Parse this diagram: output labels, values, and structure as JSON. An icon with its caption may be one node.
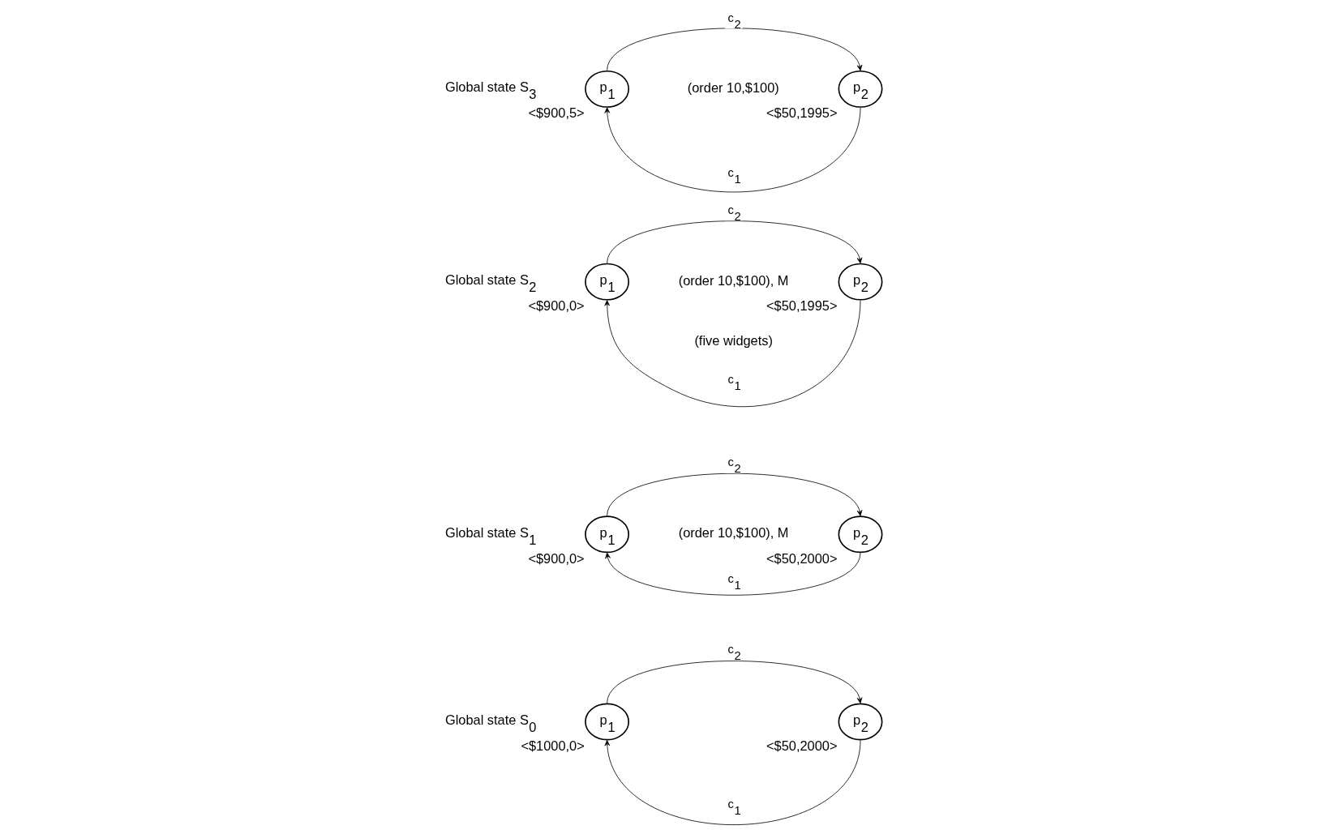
{
  "diagram": {
    "nodes": [
      {
        "text": [
          "p$_{1}$"
        ],
        "beside": [
          "<$1000,0>"
        ]
      },
      {
        "text": [
          "p$_{2}$"
        ],
        "beside": [
          "<$50,2000>"
        ]
      },
      {
        "text": [
          "p$_{1}$"
        ],
        "beside": [
          "<$900,0>"
        ]
      },
      {
        "text": [
          "p$_{2}$"
        ],
        "beside": [
          "<$50,2000>"
        ]
      },
      {
        "text": [
          "p$_{1}$"
        ],
        "beside": [
          "<$900,0>"
        ]
      },
      {
        "text": [
          "p$_{2}$"
        ],
        "beside": [
          "<$50,1995>"
        ]
      },
      {
        "text": [
          "p$_{1}$"
        ],
        "beside": [
          "<$900,5>"
        ]
      },
      {
        "text": [
          "p$_{2}$"
        ],
        "beside": [
          "<$50,1995>"
        ]
      }
    ],
    "edges": [
      {
        "from": 0,
        "to": 1,
        "arrow": "to",
        "label": "c$_{2}$"
      },
      {
        "from": 1,
        "to": 0,
        "arrow": "to",
        "label": "c$_{1}$"
      },
      {
        "from": 2,
        "to": 3,
        "arrow": "to",
        "label": "c$_{2}$"
      },
      {
        "from": 3,
        "to": 2,
        "arrow": "to",
        "label": "c$_{1}$"
      },
      {
        "from": 4,
        "to": 5,
        "arrow": "to",
        "label": "c$_{2}$"
      },
      {
        "from": 5,
        "to": 4,
        "arrow": "to",
        "label": "c$_{1}$"
      },
      {
        "from": 6,
        "to": 7,
        "arrow": "to",
        "label": "c$_{2}$"
      },
      {
        "from": 7,
        "to": 6,
        "arrow": "to",
        "label": "c$_{1}$"
      }
    ],
    "labels": [
      "Global state S$_{0}$",
      "(order 10,$100), M",
      "Global state S$_{1}$",
      "(order 10,$100), M",
      "Global state S$_{2}$",
      "(five widgets)",
      "(order 10,$100)",
      "Global state S$_{3}$"
    ]
  }
}
